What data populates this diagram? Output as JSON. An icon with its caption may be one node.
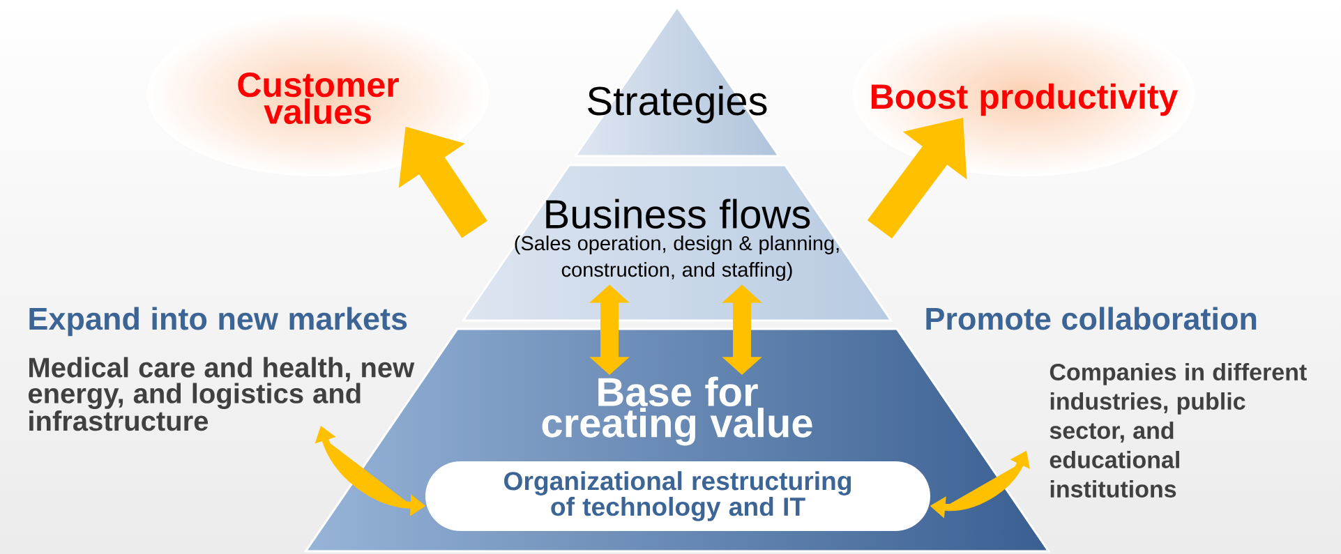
{
  "diagram": {
    "nodes": [
      {
        "text": [
          "Strategies"
        ]
      },
      {
        "text": [
          "Business flows",
          "(Sales operation, design & planning, construction, and staffing)"
        ]
      },
      {
        "text": [
          "Base for creating value"
        ]
      },
      {
        "text": [
          "Organizational restructuring of technology and IT"
        ],
        "in": 2
      },
      {
        "text": [
          "Customer values"
        ]
      },
      {
        "text": [
          "Boost productivity"
        ]
      },
      {
        "text": [
          "Expand into new markets",
          "Medical care and health, new energy, and logistics and infrastructure"
        ]
      },
      {
        "text": [
          "Promote collaboration",
          "Companies in different industries, public sector, and educational institutions"
        ]
      }
    ],
    "edges": [
      {
        "from": 1,
        "to": 4,
        "arrow": "to"
      },
      {
        "from": 1,
        "to": 5,
        "arrow": "to"
      },
      {
        "from": 1,
        "to": 2,
        "arrow": "both"
      },
      {
        "from": 1,
        "to": 2,
        "arrow": "both"
      },
      {
        "from": 6,
        "to": 3,
        "arrow": "both"
      },
      {
        "from": 7,
        "to": 3,
        "arrow": "both"
      }
    ]
  }
}
